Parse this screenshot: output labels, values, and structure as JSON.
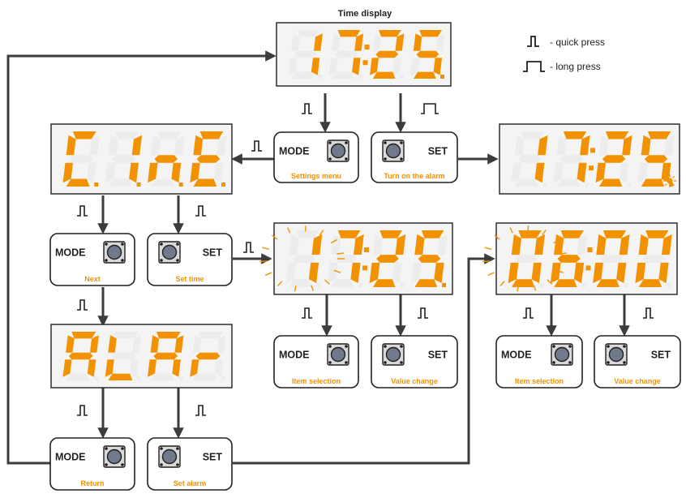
{
  "title": "Time display",
  "legend": {
    "quick_press": "- quick press",
    "long_press": "- long press"
  },
  "colors": {
    "segment_on": "#f39200",
    "segment_off": "#ececec",
    "panel_fill": "#f4f4f4",
    "line": "#3c3c3c"
  },
  "displays": {
    "time": "17:25",
    "settings": "C1nE",
    "alarm_on": "17:25",
    "set_time": "17:25",
    "alarm_menu": "ALAr",
    "set_alarm": "06:00"
  },
  "buttons": {
    "mode_label": "MODE",
    "set_label": "SET",
    "settings_menu": "Settings menu",
    "turn_on_alarm": "Turn on the alarm",
    "next": "Next",
    "set_time": "Set time",
    "item_selection": "Item selection",
    "value_change": "Value change",
    "return": "Return",
    "set_alarm": "Set alarm"
  },
  "icons": {
    "quick_press": "quick-press-icon",
    "long_press": "long-press-icon",
    "alarm": "alarm-sun-icon",
    "button": "push-button-icon"
  }
}
